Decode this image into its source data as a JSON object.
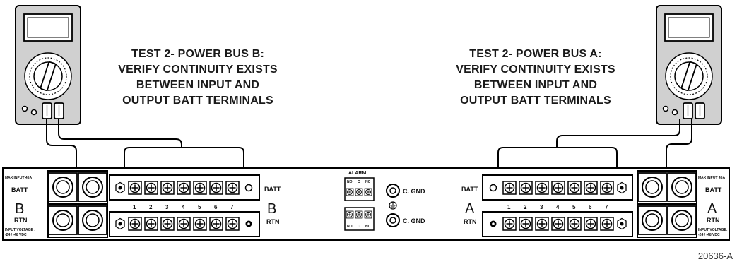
{
  "captions": {
    "bus_b": [
      "TEST 2- POWER BUS B:",
      "VERIFY CONTINUITY EXISTS",
      "BETWEEN INPUT AND",
      "OUTPUT BATT TERMINALS"
    ],
    "bus_a": [
      "TEST 2- POWER BUS A:",
      "VERIFY CONTINUITY EXISTS",
      "BETWEEN INPUT AND",
      "OUTPUT BATT TERMINALS"
    ]
  },
  "panel": {
    "left_input": {
      "max_input": "MAX INPUT 45A",
      "batt": "BATT",
      "bus": "B",
      "rtn": "RTN",
      "input_voltage": "INPUT VOLTAGE :",
      "voltage_range": "-24 / -48 VDC"
    },
    "right_input": {
      "max_input": "MAX INPUT 45A",
      "batt": "BATT",
      "bus": "A",
      "rtn": "RTN",
      "input_voltage": "INPUT VOLTAGE:",
      "voltage_range": "-24 / -48 VDC"
    },
    "left_output": {
      "batt": "BATT",
      "bus": "B",
      "rtn": "RTN",
      "positions": [
        "1",
        "2",
        "3",
        "4",
        "5",
        "6",
        "7"
      ]
    },
    "right_output": {
      "batt": "BATT",
      "bus": "A",
      "rtn": "RTN",
      "positions": [
        "1",
        "2",
        "3",
        "4",
        "5",
        "6",
        "7"
      ]
    },
    "alarm": {
      "title": "ALARM",
      "contacts": [
        "NO",
        "C",
        "NC"
      ]
    },
    "ground_top": "C. GND",
    "ground_bottom": "C. GND"
  },
  "figure_id": "20636-A"
}
